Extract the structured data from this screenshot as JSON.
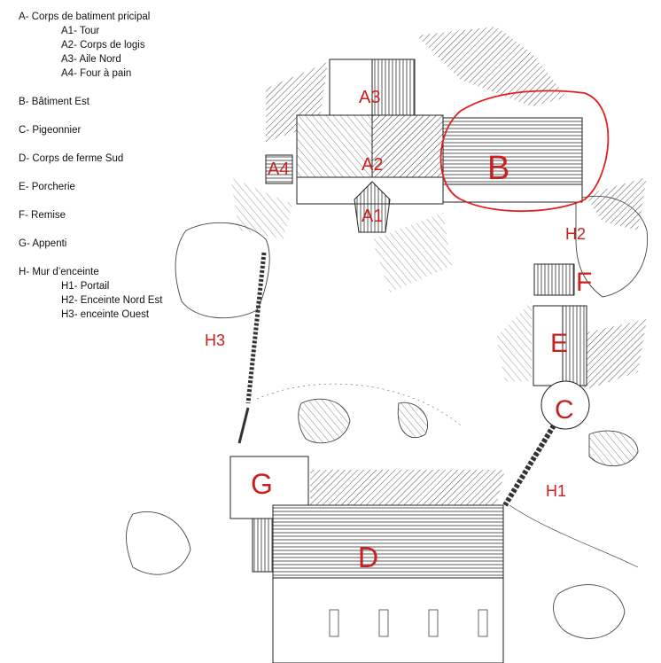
{
  "legend": {
    "A": "A- Corps de batiment pricipal",
    "A1": "A1- Tour",
    "A2": "A2- Corps de logis",
    "A3": "A3- Aile Nord",
    "A4": "A4- Four à pain",
    "B": "B- Bâtiment Est",
    "C": "C- Pigeonnier",
    "D": "D- Corps de ferme Sud",
    "E": "E- Porcherie",
    "F": "F- Remise",
    "G": "G- Appenti",
    "H": "H- Mur d’enceinte",
    "H1": "H1- Portail",
    "H2": "H2- Enceinte Nord Est",
    "H3": "H3- enceinte Ouest"
  },
  "labels": {
    "A1": "A1",
    "A2": "A2",
    "A3": "A3",
    "A4": "A4",
    "B": "B",
    "C": "C",
    "D": "D",
    "E": "E",
    "F": "F",
    "G": "G",
    "H1": "H1",
    "H2": "H2",
    "H3": "H3"
  },
  "colors": {
    "label": "#c8201e",
    "highlight": "#e0201e",
    "ink": "#222222"
  }
}
